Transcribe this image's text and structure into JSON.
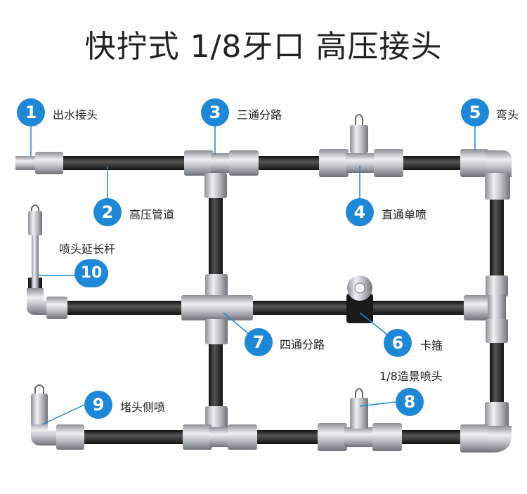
{
  "title": "快拧式  1/8牙口  高压接头",
  "parts": [
    {
      "number": "1",
      "label": "出水接头"
    },
    {
      "number": "2",
      "label": "高压管道"
    },
    {
      "number": "3",
      "label": "三通分路"
    },
    {
      "number": "4",
      "label": "直通单喷"
    },
    {
      "number": "5",
      "label": "弯头"
    },
    {
      "number": "6",
      "label": "卡箍"
    },
    {
      "number": "7",
      "label": "四通分路"
    },
    {
      "number": "8",
      "label": "1/8造景喷头"
    },
    {
      "number": "9",
      "label": "堵头侧喷"
    },
    {
      "number": "10",
      "label": "喷头延长杆"
    }
  ],
  "colors": {
    "badge": "#1e88d6",
    "pipe": "#2b2b2b",
    "metal": "#c9ccd0"
  }
}
